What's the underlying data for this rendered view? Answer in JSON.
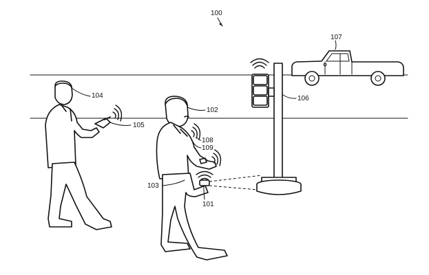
{
  "figure": {
    "number": "100",
    "labels": {
      "device_101": "101",
      "pedestrian_102": "102",
      "hand_device_103": "103",
      "pedestrian_104": "104",
      "phone_105": "105",
      "traffic_signal_106": "106",
      "vehicle_107": "107",
      "wrist_device_108": "108",
      "wrist_device_109": "109"
    }
  }
}
